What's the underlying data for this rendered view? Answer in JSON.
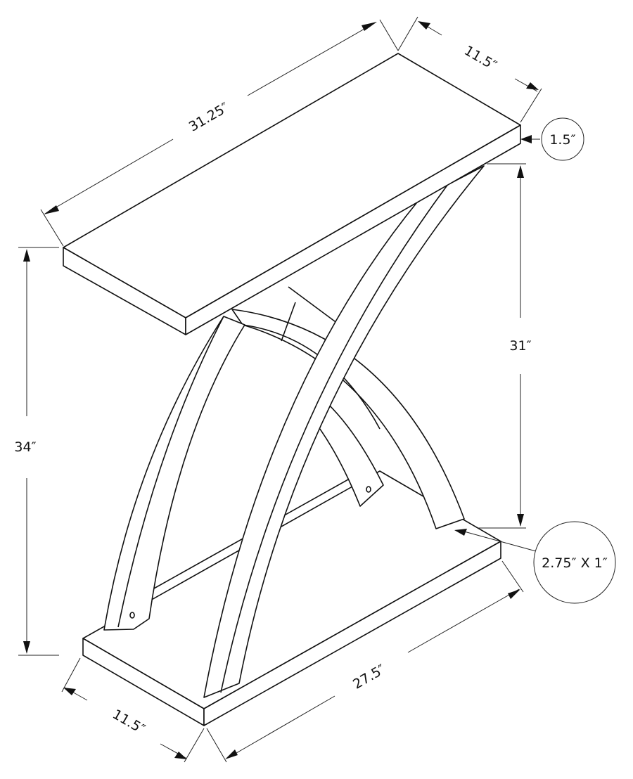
{
  "diagram": {
    "subject": "Console table dimension drawing",
    "dimensions": {
      "top_length": "31.25″",
      "top_depth": "11.5″",
      "top_thickness": "1.5″",
      "overall_height": "34″",
      "leg_height": "31″",
      "leg_section": "2.75″ X 1″",
      "base_length": "27.5″",
      "base_depth": "11.5″"
    }
  }
}
